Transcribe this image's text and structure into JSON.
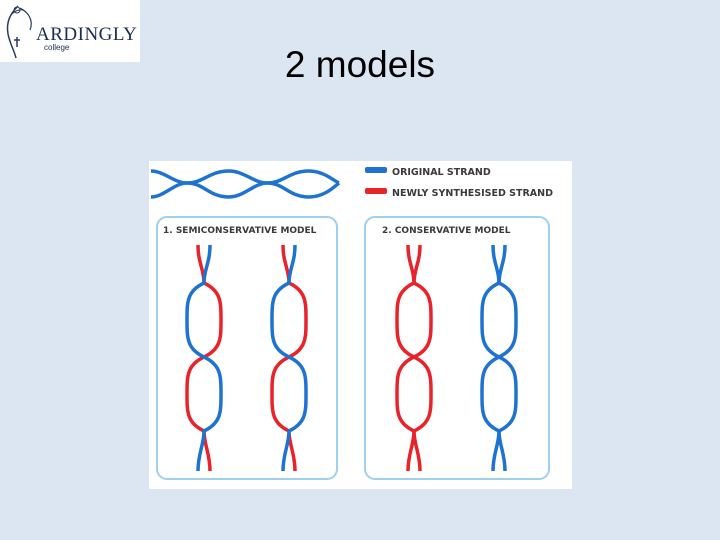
{
  "slide": {
    "title": "2 models"
  },
  "logo": {
    "name": "ARDINGLY",
    "sub": "college"
  },
  "figure": {
    "legend": {
      "original": "ORIGINAL STRAND",
      "new": "NEWLY SYNTHESISED STRAND"
    },
    "panels": [
      {
        "label": "1. SEMICONSERVATIVE MODEL"
      },
      {
        "label": "2. CONSERVATIVE MODEL"
      }
    ],
    "colors": {
      "original": "#1e73d2",
      "new": "#e8232a",
      "panel_border": "#9fd0ee"
    }
  }
}
